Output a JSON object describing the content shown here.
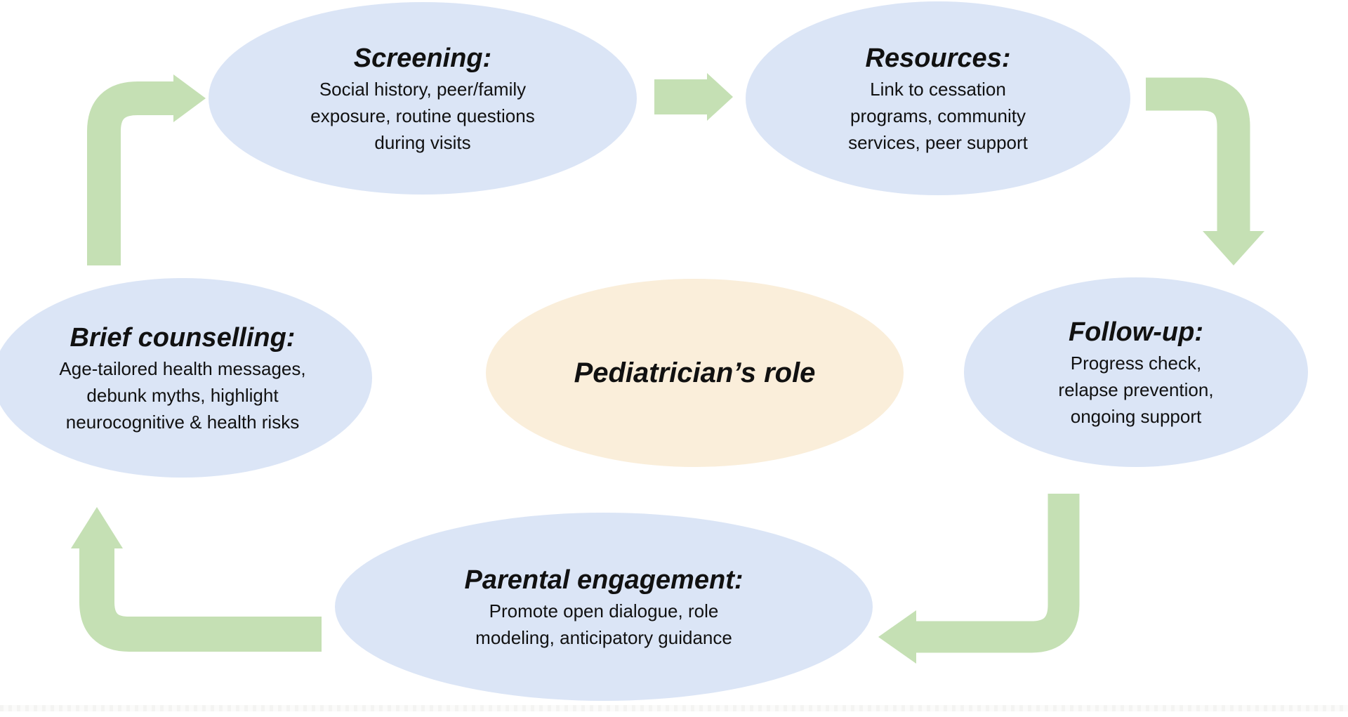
{
  "figure": {
    "colors": {
      "background": "#ffffff",
      "node_fill": "#dbe5f6",
      "center_fill": "#faeeda",
      "arrow_fill": "#c5e0b4",
      "text": "#111111"
    },
    "center_node": {
      "label": "Pediatrician’s role"
    },
    "nodes": [
      {
        "id": "screening",
        "title": "Screening:",
        "lines": [
          "Social history, peer/family",
          "exposure, routine questions",
          "during visits"
        ]
      },
      {
        "id": "resources",
        "title": "Resources:",
        "lines": [
          "Link to cessation",
          "programs, community",
          "services, peer support"
        ]
      },
      {
        "id": "follow-up",
        "title": "Follow-up:",
        "lines": [
          "Progress check,",
          "relapse prevention,",
          "ongoing support"
        ]
      },
      {
        "id": "parental-engagement",
        "title": "Parental engagement:",
        "lines": [
          "Promote open dialogue, role",
          "modeling, anticipatory guidance"
        ]
      },
      {
        "id": "brief-counselling",
        "title": "Brief counselling:",
        "lines": [
          "Age-tailored health messages,",
          "debunk myths, highlight",
          "neurocognitive & health risks"
        ]
      }
    ],
    "arrows": [
      {
        "id": "screening-to-resources",
        "direction": "right"
      },
      {
        "id": "resources-to-follow-up",
        "direction": "right-then-down"
      },
      {
        "id": "follow-up-to-parental-engagement",
        "direction": "down-then-left"
      },
      {
        "id": "parental-engagement-to-brief-counselling",
        "direction": "left-then-up"
      },
      {
        "id": "brief-counselling-to-screening",
        "direction": "up-then-right"
      }
    ]
  }
}
